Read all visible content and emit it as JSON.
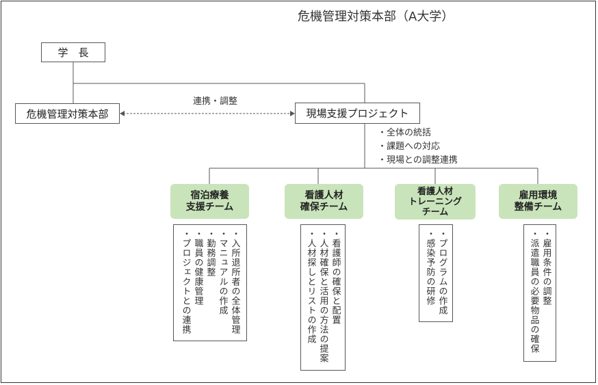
{
  "title": "危機管理対策本部（A大学）",
  "president": "学　長",
  "hq": "危機管理対策本部",
  "link_label": "連携・調整",
  "project": "現場支援プロジェクト",
  "project_duties": [
    "・全体の統括",
    "・課題への対応",
    "・現場との調整連携"
  ],
  "teams": [
    {
      "name_lines": [
        "宿泊療養",
        "支援チーム"
      ],
      "tasks": [
        "・入所退所者の全体管理",
        "・マニュアルの作成",
        "・勤務調整",
        "・職員の健康管理",
        "・プロジェクトとの連携"
      ]
    },
    {
      "name_lines": [
        "看護人材",
        "確保チーム"
      ],
      "tasks": [
        "・看護師の確保と配置",
        "・人材確保と活用の方法の提案",
        "・人材探しとリストの作成"
      ]
    },
    {
      "name_lines": [
        "看護人材",
        "トレーニング",
        "チーム"
      ],
      "tasks": [
        "・プログラムの作成",
        "・感染予防の研修"
      ]
    },
    {
      "name_lines": [
        "雇用環境",
        "整備チーム"
      ],
      "tasks": [
        "・雇用条件の調整",
        "・派遣職員の必要物品の確保"
      ]
    }
  ],
  "colors": {
    "team_fill": "#c9e4bb",
    "line": "#555555"
  }
}
